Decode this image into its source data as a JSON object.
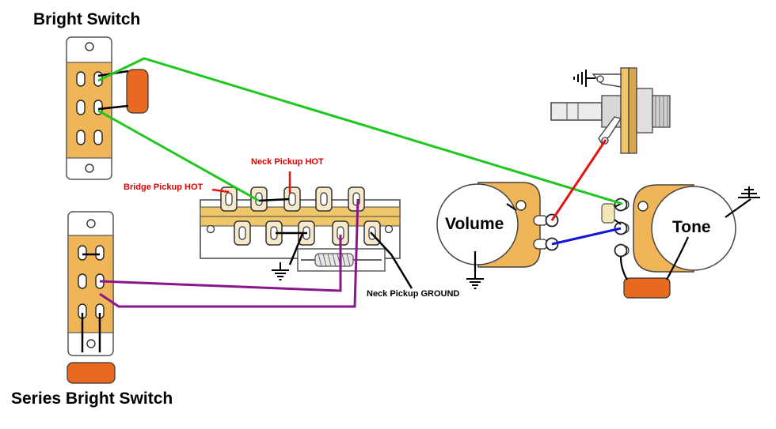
{
  "labels": {
    "bright_switch": "Bright Switch",
    "series_bright_switch": "Series Bright Switch",
    "neck_pickup_hot": "Neck Pickup HOT",
    "bridge_pickup_hot": "Bridge Pickup HOT",
    "neck_pickup_ground": "Neck Pickup GROUND",
    "volume": "Volume",
    "tone": "Tone"
  },
  "colors": {
    "switch_body": "#f0b556",
    "switch_knob": "#e8691f",
    "wire_green": "#1ec81e",
    "wire_purple": "#8b168b",
    "wire_red": "#e51414",
    "wire_blue": "#1414d8",
    "wire_black": "#000000",
    "lug_fill": "#f5eacb",
    "strip_gold": "#f0c66a"
  },
  "icons": [
    "ground-symbol",
    "ground-symbol",
    "ground-symbol",
    "ground-symbol",
    "capacitor",
    "resistor",
    "output-jack"
  ]
}
